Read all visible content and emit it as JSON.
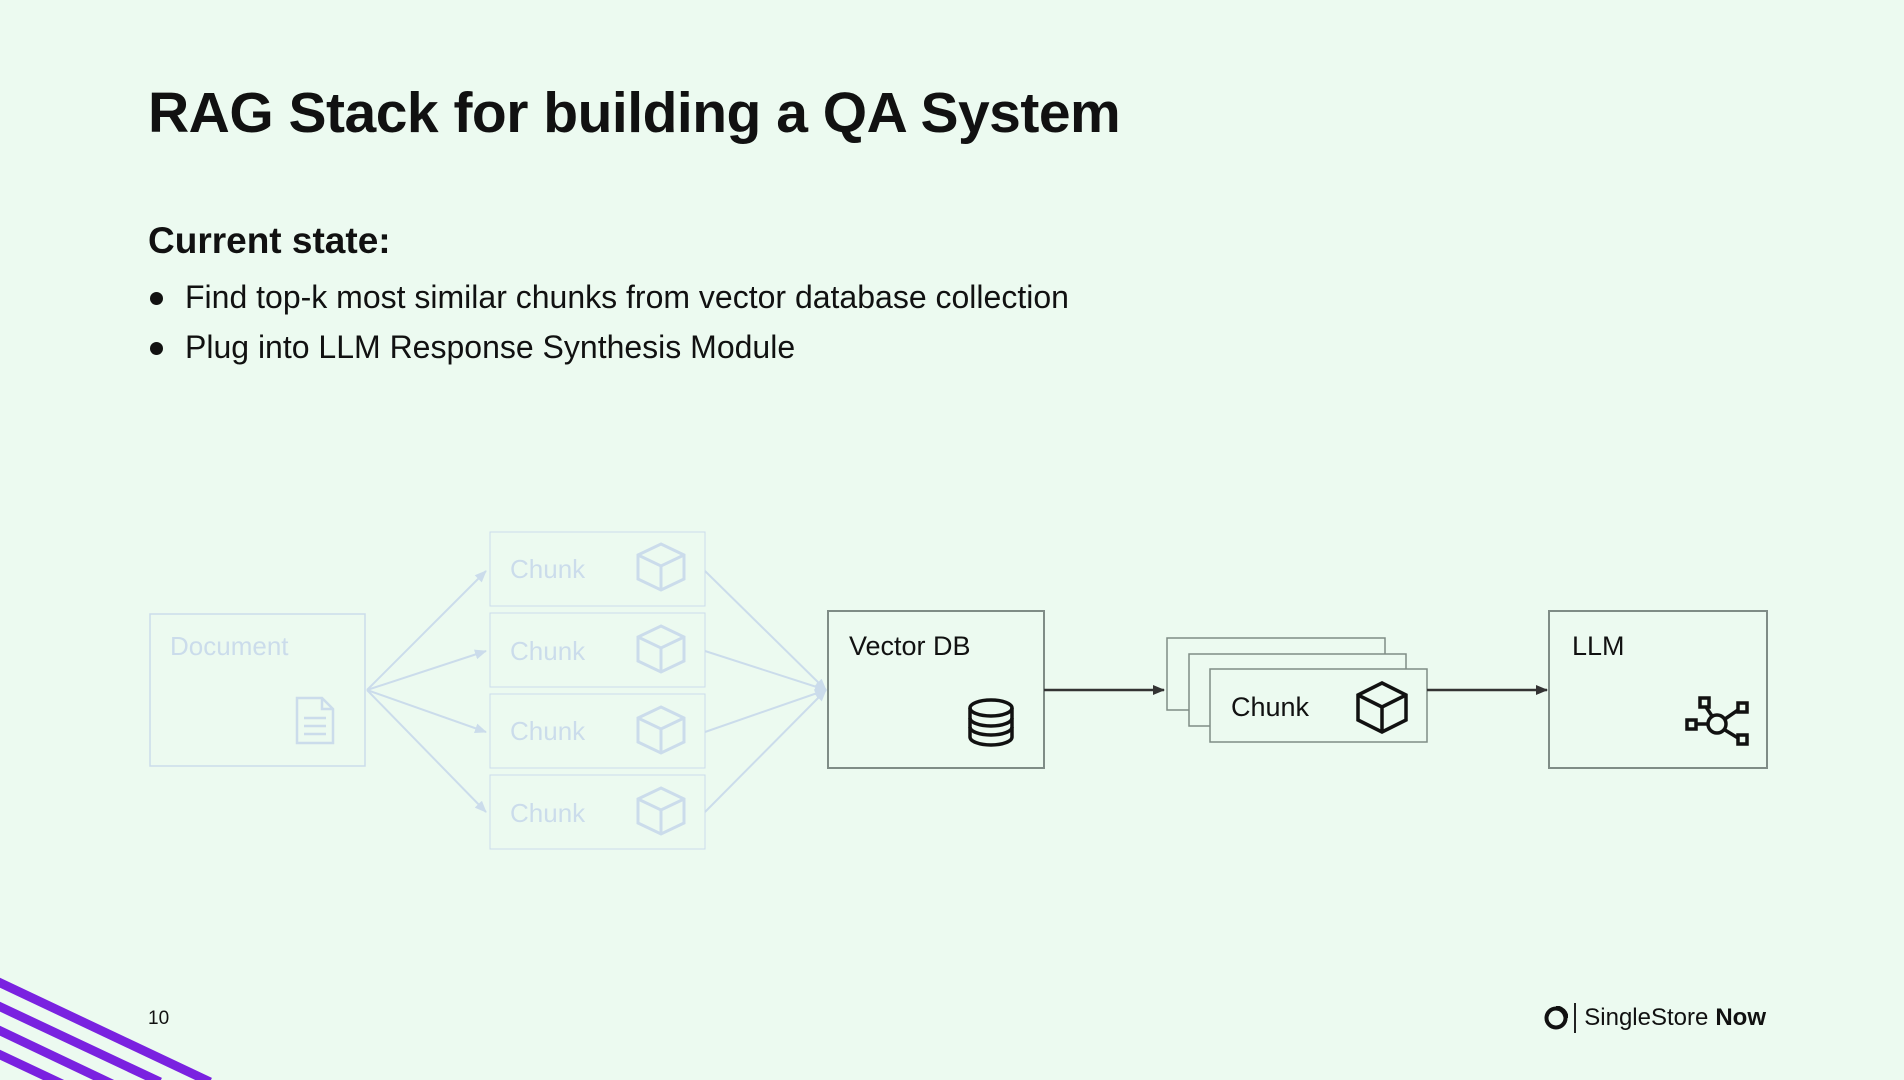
{
  "slide": {
    "title": "RAG Stack for building a QA System",
    "section_heading": "Current state:",
    "bullets": [
      "Find top-k most similar chunks from vector database collection",
      "Plug into LLM Response Synthesis Module"
    ],
    "page_number": "10"
  },
  "diagram": {
    "document_label": "Document",
    "chunk_labels": [
      "Chunk",
      "Chunk",
      "Chunk",
      "Chunk"
    ],
    "vector_db_label": "Vector DB",
    "retrieved_chunk_label": "Chunk",
    "llm_label": "LLM",
    "faded_color": "#3a5bd9",
    "line_color": "#333333"
  },
  "logo": {
    "brand": "SingleStore",
    "brand_suffix": "Now",
    "stripe_color": "#7a22e0"
  }
}
